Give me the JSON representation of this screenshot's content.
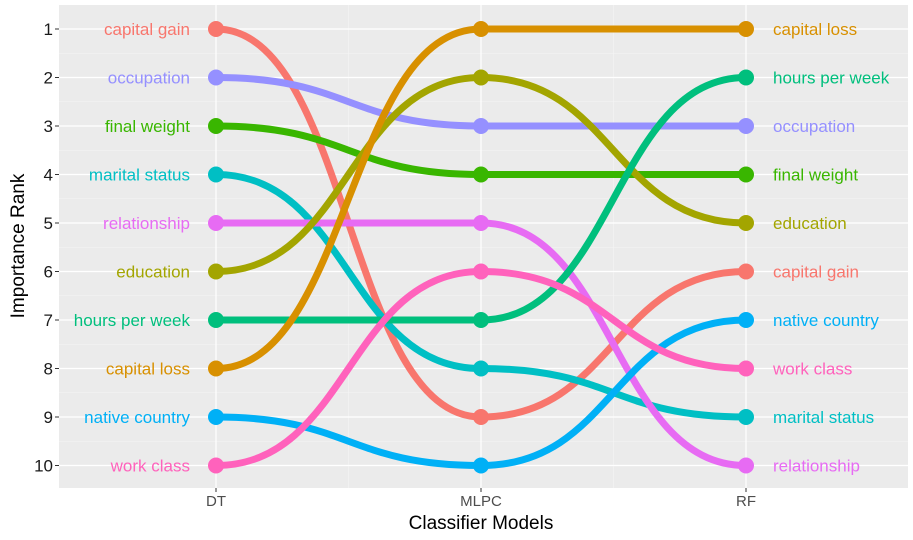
{
  "chart_data": {
    "type": "line",
    "xlabel": "Classifier Models",
    "ylabel": "Importance Rank",
    "categories": [
      "DT",
      "MLPC",
      "RF"
    ],
    "ylim": [
      1,
      10
    ],
    "y_reversed": true,
    "y_ticks": [
      "1",
      "2",
      "3",
      "4",
      "5",
      "6",
      "7",
      "8",
      "9",
      "10"
    ],
    "grid": true,
    "legend": "none",
    "series": [
      {
        "name": "capital gain",
        "color": "#F8766D",
        "values": [
          1,
          9,
          6
        ]
      },
      {
        "name": "occupation",
        "color": "#9590FF",
        "values": [
          2,
          3,
          3
        ]
      },
      {
        "name": "final weight",
        "color": "#39B600",
        "values": [
          3,
          4,
          4
        ]
      },
      {
        "name": "marital status",
        "color": "#00BFC4",
        "values": [
          4,
          8,
          9
        ]
      },
      {
        "name": "relationship",
        "color": "#E76BF3",
        "values": [
          5,
          5,
          10
        ]
      },
      {
        "name": "education",
        "color": "#A3A500",
        "values": [
          6,
          2,
          5
        ]
      },
      {
        "name": "hours per week",
        "color": "#00BF7D",
        "values": [
          7,
          7,
          2
        ]
      },
      {
        "name": "capital loss",
        "color": "#D89000",
        "values": [
          8,
          1,
          1
        ]
      },
      {
        "name": "native country",
        "color": "#00B0F6",
        "values": [
          9,
          10,
          7
        ]
      },
      {
        "name": "work class",
        "color": "#FF62BC",
        "values": [
          10,
          6,
          8
        ]
      }
    ]
  }
}
